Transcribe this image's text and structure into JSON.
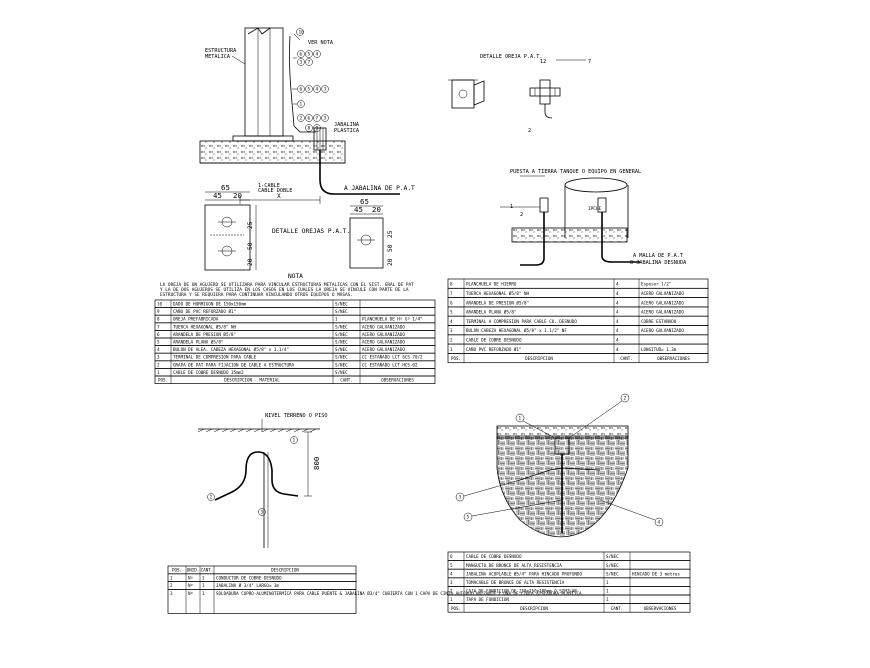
{
  "labels": {
    "ver_nota": "VER NOTA",
    "estructura": [
      "ESTRUCTURA",
      "METALICA"
    ],
    "jabalina_plastica": [
      "JABALINA",
      "PLASTICA"
    ],
    "a_jabalina_pat": "A JABALINA DE P.A.T",
    "cable_note": [
      "1-CABLE",
      "CABLE DOBLE"
    ],
    "dim_x": "X",
    "detalle_orejas": "DETALLE OREJAS P.A.T.",
    "detalle_oreja": "DETALLE OREJA P.A.T.",
    "puesta_tierra": "PUESTA A TIERRA TANQUE O EQUIPO EN GENERAL",
    "a_malla": [
      "A MALLA DE P.A.T",
      "O JABALINA DESNUDA"
    ],
    "nivel_terreno": "NIVEL TERRENO O PISO",
    "dim_800": "800",
    "nota_title": "NOTA",
    "nota_lines": [
      "LA OREJA DE UN AGUJERO SE UTILIZARA PARA VINCULAR ESTRUCTURAS METALICAS CON EL SIST. GRAL DE PAT",
      "Y LA DE DOS AGUJEROS SE UTILIZA EN LOS CASOS EN LOS CUALES LA OREJA SE VINCULE CON PARTE DE LA",
      "ESTRUCTURA Y SE REQUIERA PARA CONTINUAR VINCULANDO OTROS EQUIPOS O MASAS."
    ]
  },
  "callouts": {
    "col1": [
      "6",
      "5",
      "4",
      "3",
      "2",
      "1",
      "7",
      "8",
      "9",
      "10"
    ],
    "detail_right": [
      "12",
      "2",
      "7"
    ]
  },
  "dimensions": {
    "ear1": {
      "top": "65",
      "sub": [
        "45",
        "20"
      ],
      "side": [
        "25",
        "50",
        "20"
      ]
    },
    "ear2": {
      "top": "65",
      "sub": [
        "45",
        "20"
      ],
      "side": [
        "25",
        "50",
        "20"
      ]
    }
  },
  "table_top_left": {
    "header": [
      "POS.",
      "DESCRIPCION - MATERIAL",
      "CANT.",
      "OBSERVACIONES"
    ],
    "rows": [
      [
        "10",
        "DADO DE HORMIGON DE 150x150mm",
        "S/NEC",
        ""
      ],
      [
        "9",
        "CAÑO DE PVC REFORZADO Ø1\"",
        "S/NEC",
        ""
      ],
      [
        "8",
        "OREJA PREFABRICADA",
        "1",
        "PLANCHUELA DE Hº Gº 1/4\""
      ],
      [
        "7",
        "TUERCA HEXAGONAL Ø5/8\" NH",
        "S/NEC",
        "ACERO GALVANIZADO"
      ],
      [
        "6",
        "ARANDELA DE PRESION Ø5/8\"",
        "S/NEC",
        "ACERO GALVANIZADO"
      ],
      [
        "5",
        "ARANDELA PLANA Ø5/8\"",
        "S/NEC",
        "ACERO GALVANIZADO"
      ],
      [
        "4",
        "BULON DE ALEA. CABEZA HEXAGONAL Ø5/8\" x 1.1/4\"",
        "S/NEC",
        "ACERO GALVANIZADO"
      ],
      [
        "3",
        "TERMINAL DE COMPRESION PARA CABLE",
        "S/NEC",
        "CC ESTAÑADO LCT 6CS-70/2"
      ],
      [
        "2",
        "GRAPA DE PAT PARA FIJACION DE CABLE A ESTRUCTURA",
        "S/NEC",
        "CC ESTAÑADO LCT HCS-02"
      ],
      [
        "1",
        "CABLE DE COBRE DESNUDO 35mm2",
        "S/NEC",
        ""
      ]
    ]
  },
  "table_top_right": {
    "header": [
      "POS.",
      "DESCRIPCION",
      "CANT.",
      "OBSERVACIONES"
    ],
    "rows": [
      [
        "8",
        "PLANCHUELA DE HIERRO",
        "4",
        "Espesor 1/2\""
      ],
      [
        "7",
        "TUERCA HEXAGONAL Ø5/8\" NH",
        "4",
        "ACERO GALVANIZADO"
      ],
      [
        "6",
        "ARANDELA DE PRESION Ø5/8\"",
        "4",
        "ACERO GALVANIZADO"
      ],
      [
        "5",
        "ARANDELA PLANA Ø5/8\"",
        "4",
        "ACERO GALVANIZADO"
      ],
      [
        "4",
        "TERMINAL A COMPRESION PARA CABLE CU. DESNUDO",
        "4",
        "COBRE ESTAÑADO"
      ],
      [
        "3",
        "BULON CABEZA HEXAGONAL Ø5/8\" x 1.1/2\" NF",
        "4",
        "ACERO GALVANIZADO"
      ],
      [
        "2",
        "CABLE DE COBRE DESNUDO",
        "4",
        ""
      ],
      [
        "1",
        "CAÑO PVC REFORZADO Ø1\"",
        "4",
        "LONGITUD= 1.3m"
      ]
    ]
  },
  "table_bottom_left": {
    "header": [
      "POS.",
      "UNID.",
      "CANT.",
      "DESCRIPCION"
    ],
    "rows": [
      [
        "1",
        "Nº",
        "1",
        "CONDUCTOR DE COBRE DESNUDO"
      ],
      [
        "2",
        "Nº",
        "1",
        "JABALINA Ø 3/4\" LARGO= 3m"
      ],
      [
        "3",
        "Nº",
        "1",
        "SOLDADURA CUPRO-ALUMINOTERMICA PARA CABLE PUENTE & JABALINA Ø3/4\" CUBIERTA CON 1 CAPA DE CINTA AUTOVULCANIZANTE Y UNA DE CINTA AISLADORA PLASTICA."
      ]
    ]
  },
  "table_bottom_right": {
    "header": [
      "POS.",
      "DESCRIPCION",
      "CANT.",
      "OBSERVACIONES"
    ],
    "rows": [
      [
        "6",
        "CABLE DE COBRE DESNUDO",
        "S/NEC",
        ""
      ],
      [
        "5",
        "MANGUITO DE BRONCE DE ALTA RESISTENCIA",
        "S/NEC",
        ""
      ],
      [
        "4",
        "JABALINA ACOPLABLE Ø5/4\" PARA HINCADO PROFUNDO",
        "S/NEC",
        "HINCADO DE 3 metros"
      ],
      [
        "3",
        "TOMACABLE DE BRONCE DE ALTA RESISTENCIA",
        "1",
        ""
      ],
      [
        "2",
        "CAJA DE FUNDICION DE 250x250x100mm O SIMILAR",
        "1",
        ""
      ],
      [
        "1",
        "TAPA DE FUNDICION",
        "1",
        ""
      ]
    ]
  }
}
